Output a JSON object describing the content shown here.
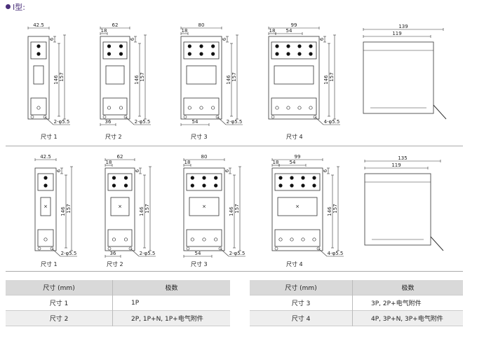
{
  "header": {
    "type_label": "Ⅰ型:"
  },
  "dims": {
    "d42_5": "42.5",
    "d62": "62",
    "d80": "80",
    "d99": "99",
    "d18": "18",
    "d54": "54",
    "d36": "36",
    "d6": "6",
    "d146": "146",
    "d157": "157",
    "hole": "2-φ5.5",
    "hole4": "4-φ5.5",
    "d139": "139",
    "d135": "135",
    "d119": "119"
  },
  "captions": {
    "size1": "尺寸 1",
    "size2": "尺寸 2",
    "size3": "尺寸 3",
    "size4": "尺寸 4"
  },
  "module_mark": "×",
  "tables": {
    "left": {
      "headers": [
        "尺寸 (mm)",
        "极数"
      ],
      "rows": [
        [
          "尺寸 1",
          "1P"
        ],
        [
          "尺寸 2",
          "2P, 1P+N, 1P+电气附件"
        ]
      ]
    },
    "right": {
      "headers": [
        "尺寸 (mm)",
        "极数"
      ],
      "rows": [
        [
          "尺寸 3",
          "3P, 2P+电气附件"
        ],
        [
          "尺寸 4",
          "4P, 3P+N, 3P+电气附件"
        ]
      ]
    }
  }
}
